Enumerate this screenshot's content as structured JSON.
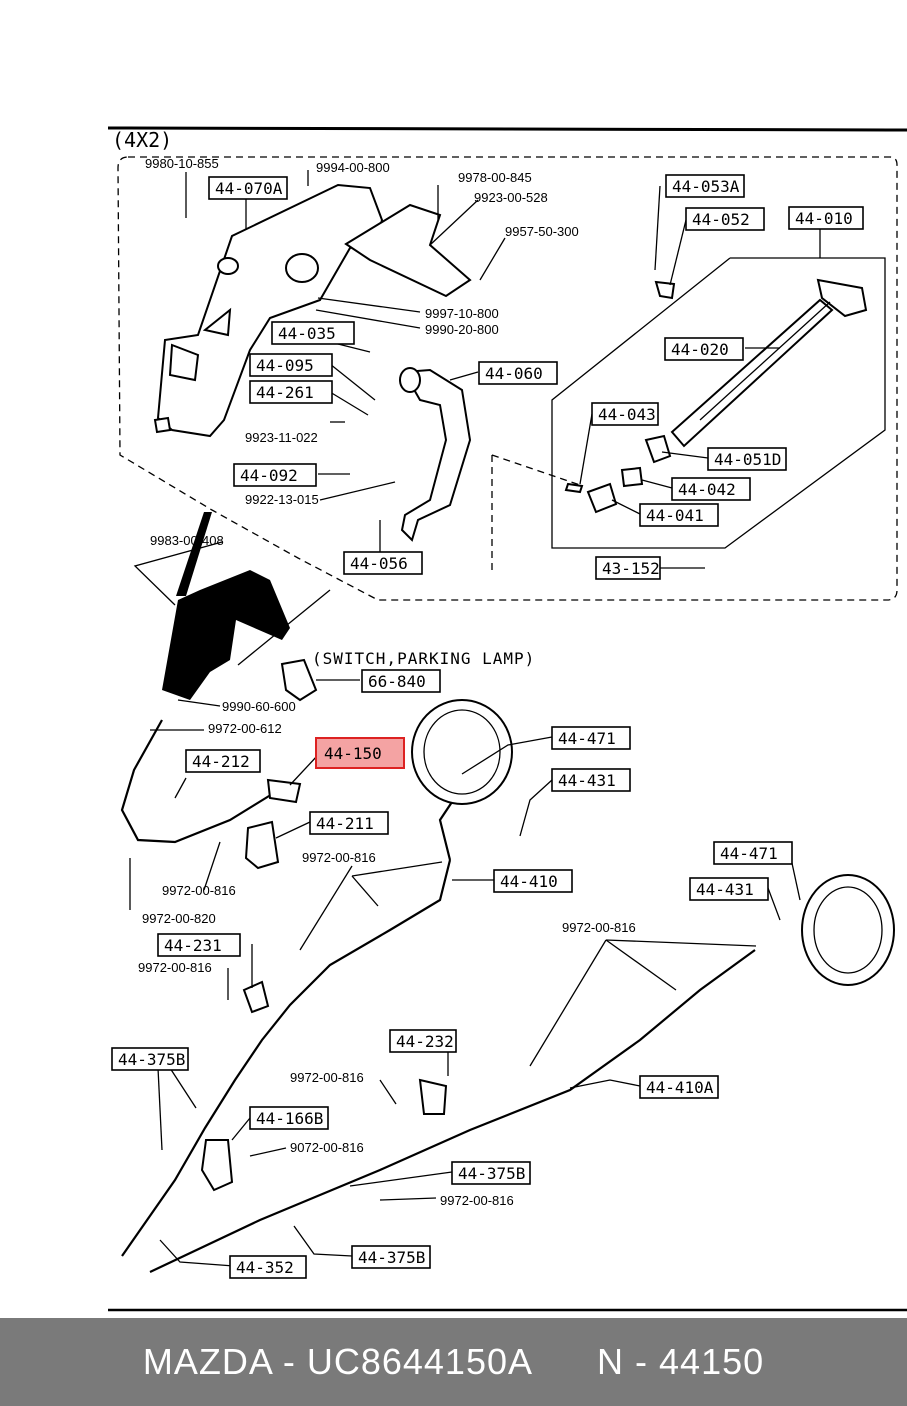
{
  "variant": "(4X2)",
  "note": "(SWITCH,PARKING LAMP)",
  "footer": {
    "brand": "MAZDA",
    "oem": "UC8644150A",
    "number": "N - 44150",
    "text": "MAZDA - UC8644150A      N - 44150"
  },
  "highlight_color": "#f4a3a3",
  "labels": [
    {
      "id": "44-070A",
      "t": "44-070A"
    },
    {
      "id": "44-053A",
      "t": "44-053A"
    },
    {
      "id": "44-052",
      "t": "44-052"
    },
    {
      "id": "44-010",
      "t": "44-010"
    },
    {
      "id": "44-020",
      "t": "44-020"
    },
    {
      "id": "44-035",
      "t": "44-035"
    },
    {
      "id": "44-095",
      "t": "44-095"
    },
    {
      "id": "44-261",
      "t": "44-261"
    },
    {
      "id": "44-060",
      "t": "44-060"
    },
    {
      "id": "44-043",
      "t": "44-043"
    },
    {
      "id": "44-051D",
      "t": "44-051D"
    },
    {
      "id": "44-042",
      "t": "44-042"
    },
    {
      "id": "44-041",
      "t": "44-041"
    },
    {
      "id": "44-092",
      "t": "44-092"
    },
    {
      "id": "44-056",
      "t": "44-056"
    },
    {
      "id": "43-152",
      "t": "43-152"
    },
    {
      "id": "66-840",
      "t": "66-840"
    },
    {
      "id": "44-150",
      "t": "44-150",
      "highlight": true
    },
    {
      "id": "44-212",
      "t": "44-212"
    },
    {
      "id": "44-471a",
      "t": "44-471"
    },
    {
      "id": "44-431a",
      "t": "44-431"
    },
    {
      "id": "44-211",
      "t": "44-211"
    },
    {
      "id": "44-410",
      "t": "44-410"
    },
    {
      "id": "44-471b",
      "t": "44-471"
    },
    {
      "id": "44-431b",
      "t": "44-431"
    },
    {
      "id": "44-231",
      "t": "44-231"
    },
    {
      "id": "44-232",
      "t": "44-232"
    },
    {
      "id": "44-375Ba",
      "t": "44-375B"
    },
    {
      "id": "44-410A",
      "t": "44-410A"
    },
    {
      "id": "44-166B",
      "t": "44-166B"
    },
    {
      "id": "44-375Bb",
      "t": "44-375B"
    },
    {
      "id": "44-352",
      "t": "44-352"
    },
    {
      "id": "44-375Bc",
      "t": "44-375B"
    }
  ],
  "refs": [
    {
      "id": "r1",
      "t": "9980-10-855"
    },
    {
      "id": "r2",
      "t": "9994-00-800"
    },
    {
      "id": "r3",
      "t": "9978-00-845"
    },
    {
      "id": "r4",
      "t": "9923-00-528"
    },
    {
      "id": "r5",
      "t": "9957-50-300"
    },
    {
      "id": "r6",
      "t": "9997-10-800"
    },
    {
      "id": "r7",
      "t": "9990-20-800"
    },
    {
      "id": "r8",
      "t": "9923-11-022"
    },
    {
      "id": "r9",
      "t": "9922-13-015"
    },
    {
      "id": "r10",
      "t": "9983-00-408"
    },
    {
      "id": "r11",
      "t": "9990-60-600"
    },
    {
      "id": "r12",
      "t": "9972-00-612"
    },
    {
      "id": "r13",
      "t": "9972-00-816"
    },
    {
      "id": "r14",
      "t": "9972-00-816"
    },
    {
      "id": "r15",
      "t": "9972-00-820"
    },
    {
      "id": "r16",
      "t": "9972-00-816"
    },
    {
      "id": "r17",
      "t": "9972-00-816"
    },
    {
      "id": "r18",
      "t": "9972-00-816"
    },
    {
      "id": "r19",
      "t": "9072-00-816"
    },
    {
      "id": "r20",
      "t": "9972-00-816"
    }
  ]
}
